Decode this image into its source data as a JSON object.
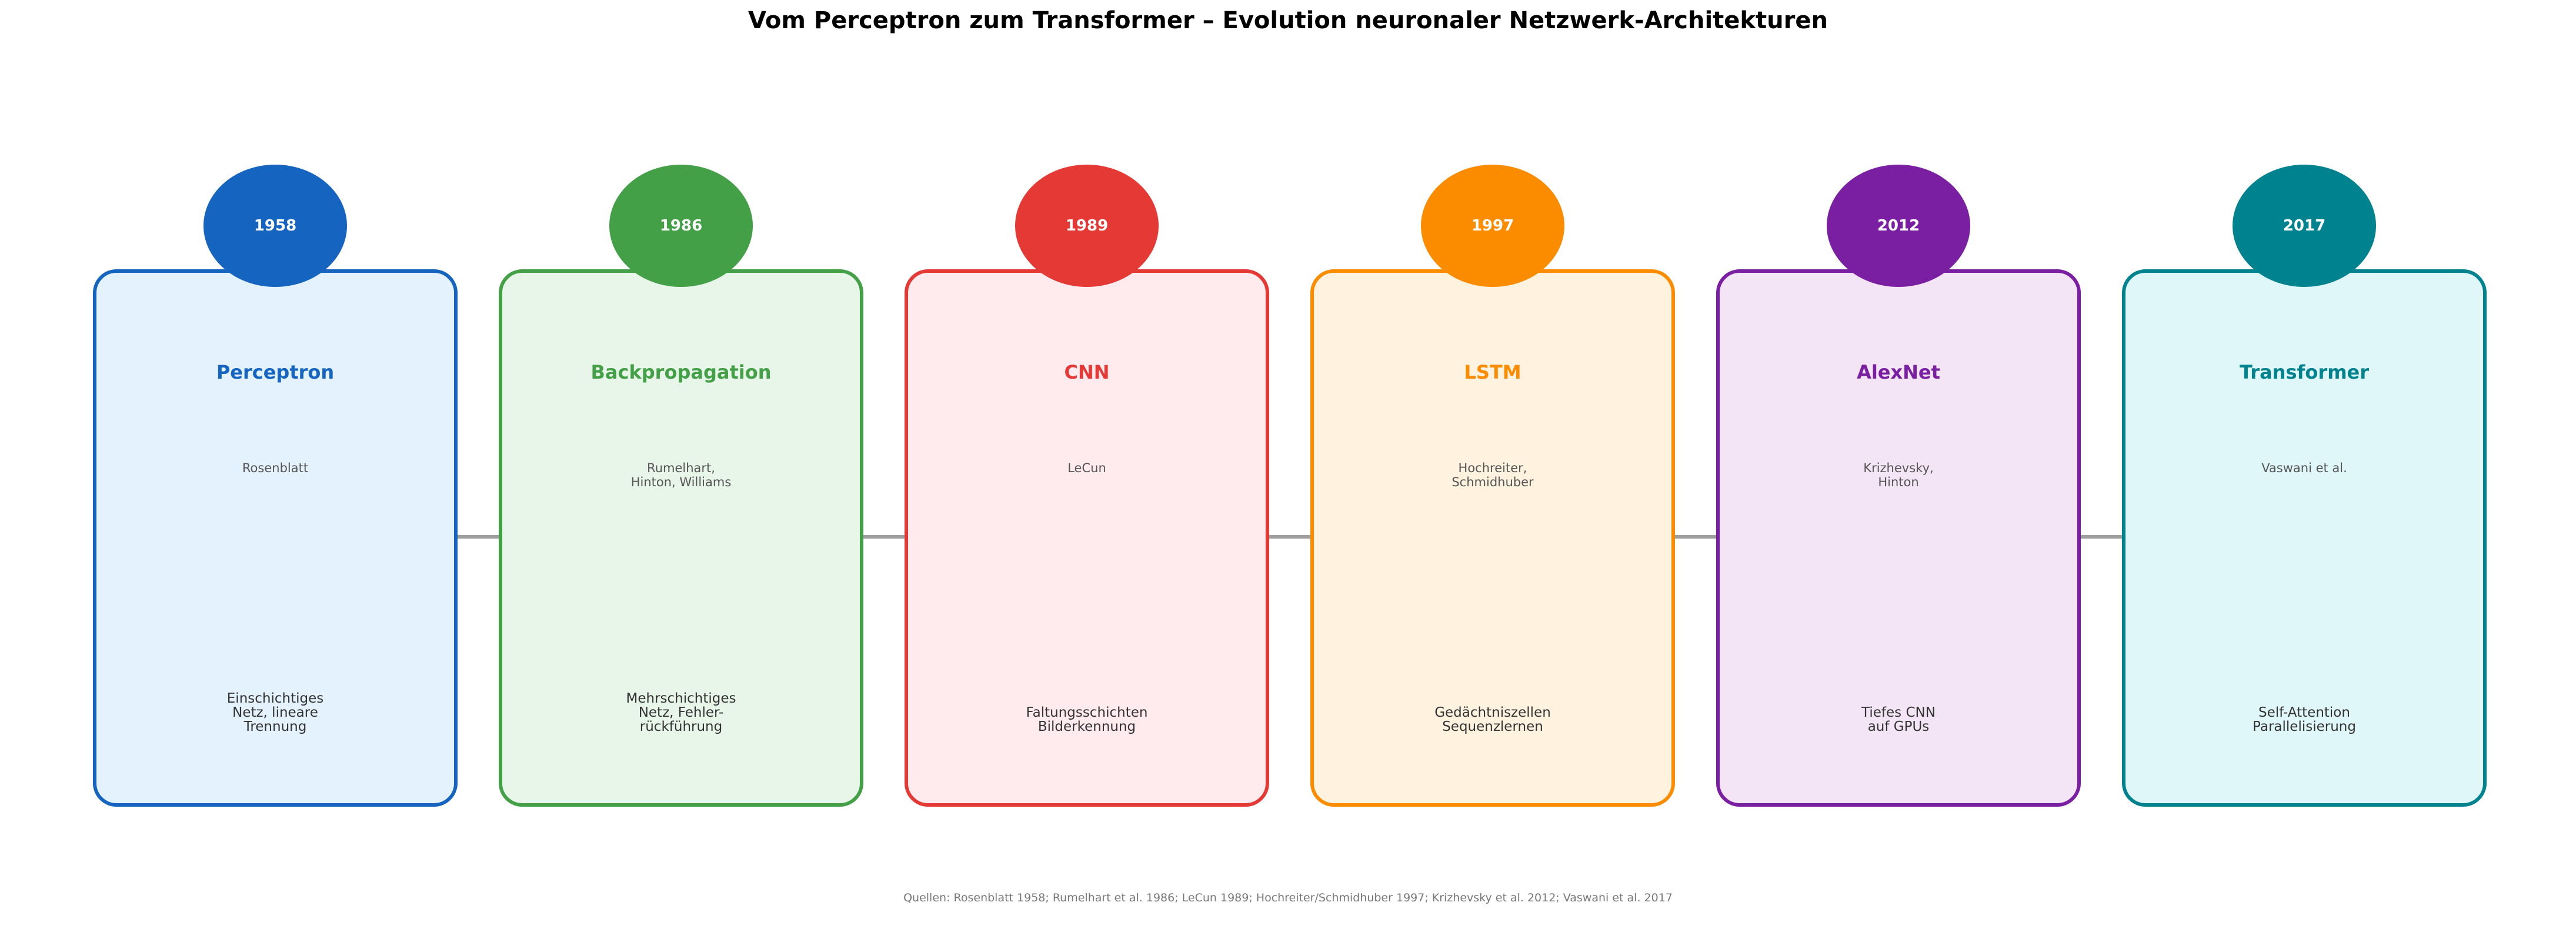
{
  "title": "Vom Perceptron zum Transformer – Evolution neuronaler Netzwerk-Architekturen",
  "milestones": [
    {
      "year": "1958",
      "name": "Perceptron",
      "authors": "Rosenblatt",
      "description": "Einschichtiges\nNetz, lineare\nTrennung",
      "color": "#1565c0",
      "fill": "#e3f2fd"
    },
    {
      "year": "1986",
      "name": "Backpropagation",
      "authors": "Rumelhart,\nHinton, Williams",
      "description": "Mehrschichtiges\nNetz, Fehler-\nrückführung",
      "color": "#43a047",
      "fill": "#e8f5e9"
    },
    {
      "year": "1989",
      "name": "CNN",
      "authors": "LeCun",
      "description": "Faltungsschichten\nBilderkennung",
      "color": "#e53935",
      "fill": "#ffebee"
    },
    {
      "year": "1997",
      "name": "LSTM",
      "authors": "Hochreiter,\nSchmidhuber",
      "description": "Gedächtniszellen\nSequenzlernen",
      "color": "#fb8c00",
      "fill": "#fff3e0"
    },
    {
      "year": "2012",
      "name": "AlexNet",
      "authors": "Krizhevsky,\nHinton",
      "description": "Tiefes CNN\nauf GPUs",
      "color": "#7b1fa2",
      "fill": "#f3e5f5"
    },
    {
      "year": "2017",
      "name": "Transformer",
      "authors": "Vaswani et al.",
      "description": "Self-Attention\nParallelisierung",
      "color": "#00838f",
      "fill": "#e0f7fa"
    }
  ],
  "connector_color": "#9e9e9e",
  "footer": "Quellen: Rosenblatt 1958; Rumelhart et al. 1986; LeCun 1989; Hochreiter/Schmidhuber 1997; Krizhevsky et al. 2012; Vaswani et al. 2017"
}
